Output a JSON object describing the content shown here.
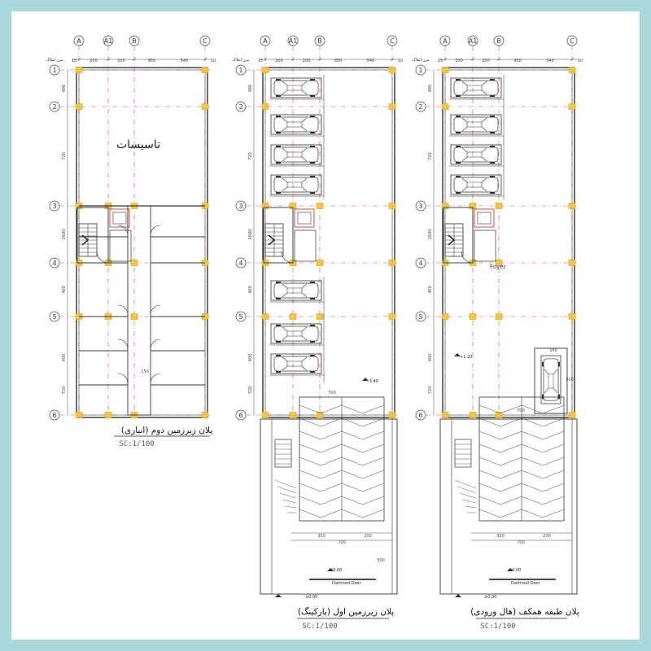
{
  "grid_letters": [
    "A",
    "A1",
    "B",
    "C"
  ],
  "grid_numbers": [
    "1",
    "2",
    "3",
    "4",
    "5",
    "6"
  ],
  "boundary_label": "مرز املاک",
  "top_dims": [
    "15",
    "200",
    "200",
    "950",
    "540",
    "10"
  ],
  "side_dims": [
    "480",
    "720",
    "2600",
    "400",
    "400",
    "720"
  ],
  "plans": [
    {
      "title": "پلان زیرزمین دوم (انباری)",
      "scale": "SC:1/100",
      "room_label": "تاسیسات",
      "corridor_dim": "150"
    },
    {
      "title": "پلان زیرزمین اول (پارکینگ)",
      "scale": "SC:1/100",
      "elevation": "-3.40",
      "ramp_dims": [
        "700",
        "350",
        "200",
        "700",
        "500"
      ],
      "door_label": "Dartmod Door",
      "entry_elev": "±0.00"
    },
    {
      "title": "پلان طبقه همکف (هال ورودی)",
      "scale": "SC:1/100",
      "foyer_label": "Foyer",
      "elevation": "+1.20",
      "ramp_dims": [
        "700",
        "350",
        "200",
        "700"
      ],
      "door_label": "Dartmod Door",
      "entry_elev": "±0.00",
      "car_bay_dims": [
        "240",
        "500",
        "700"
      ]
    }
  ]
}
